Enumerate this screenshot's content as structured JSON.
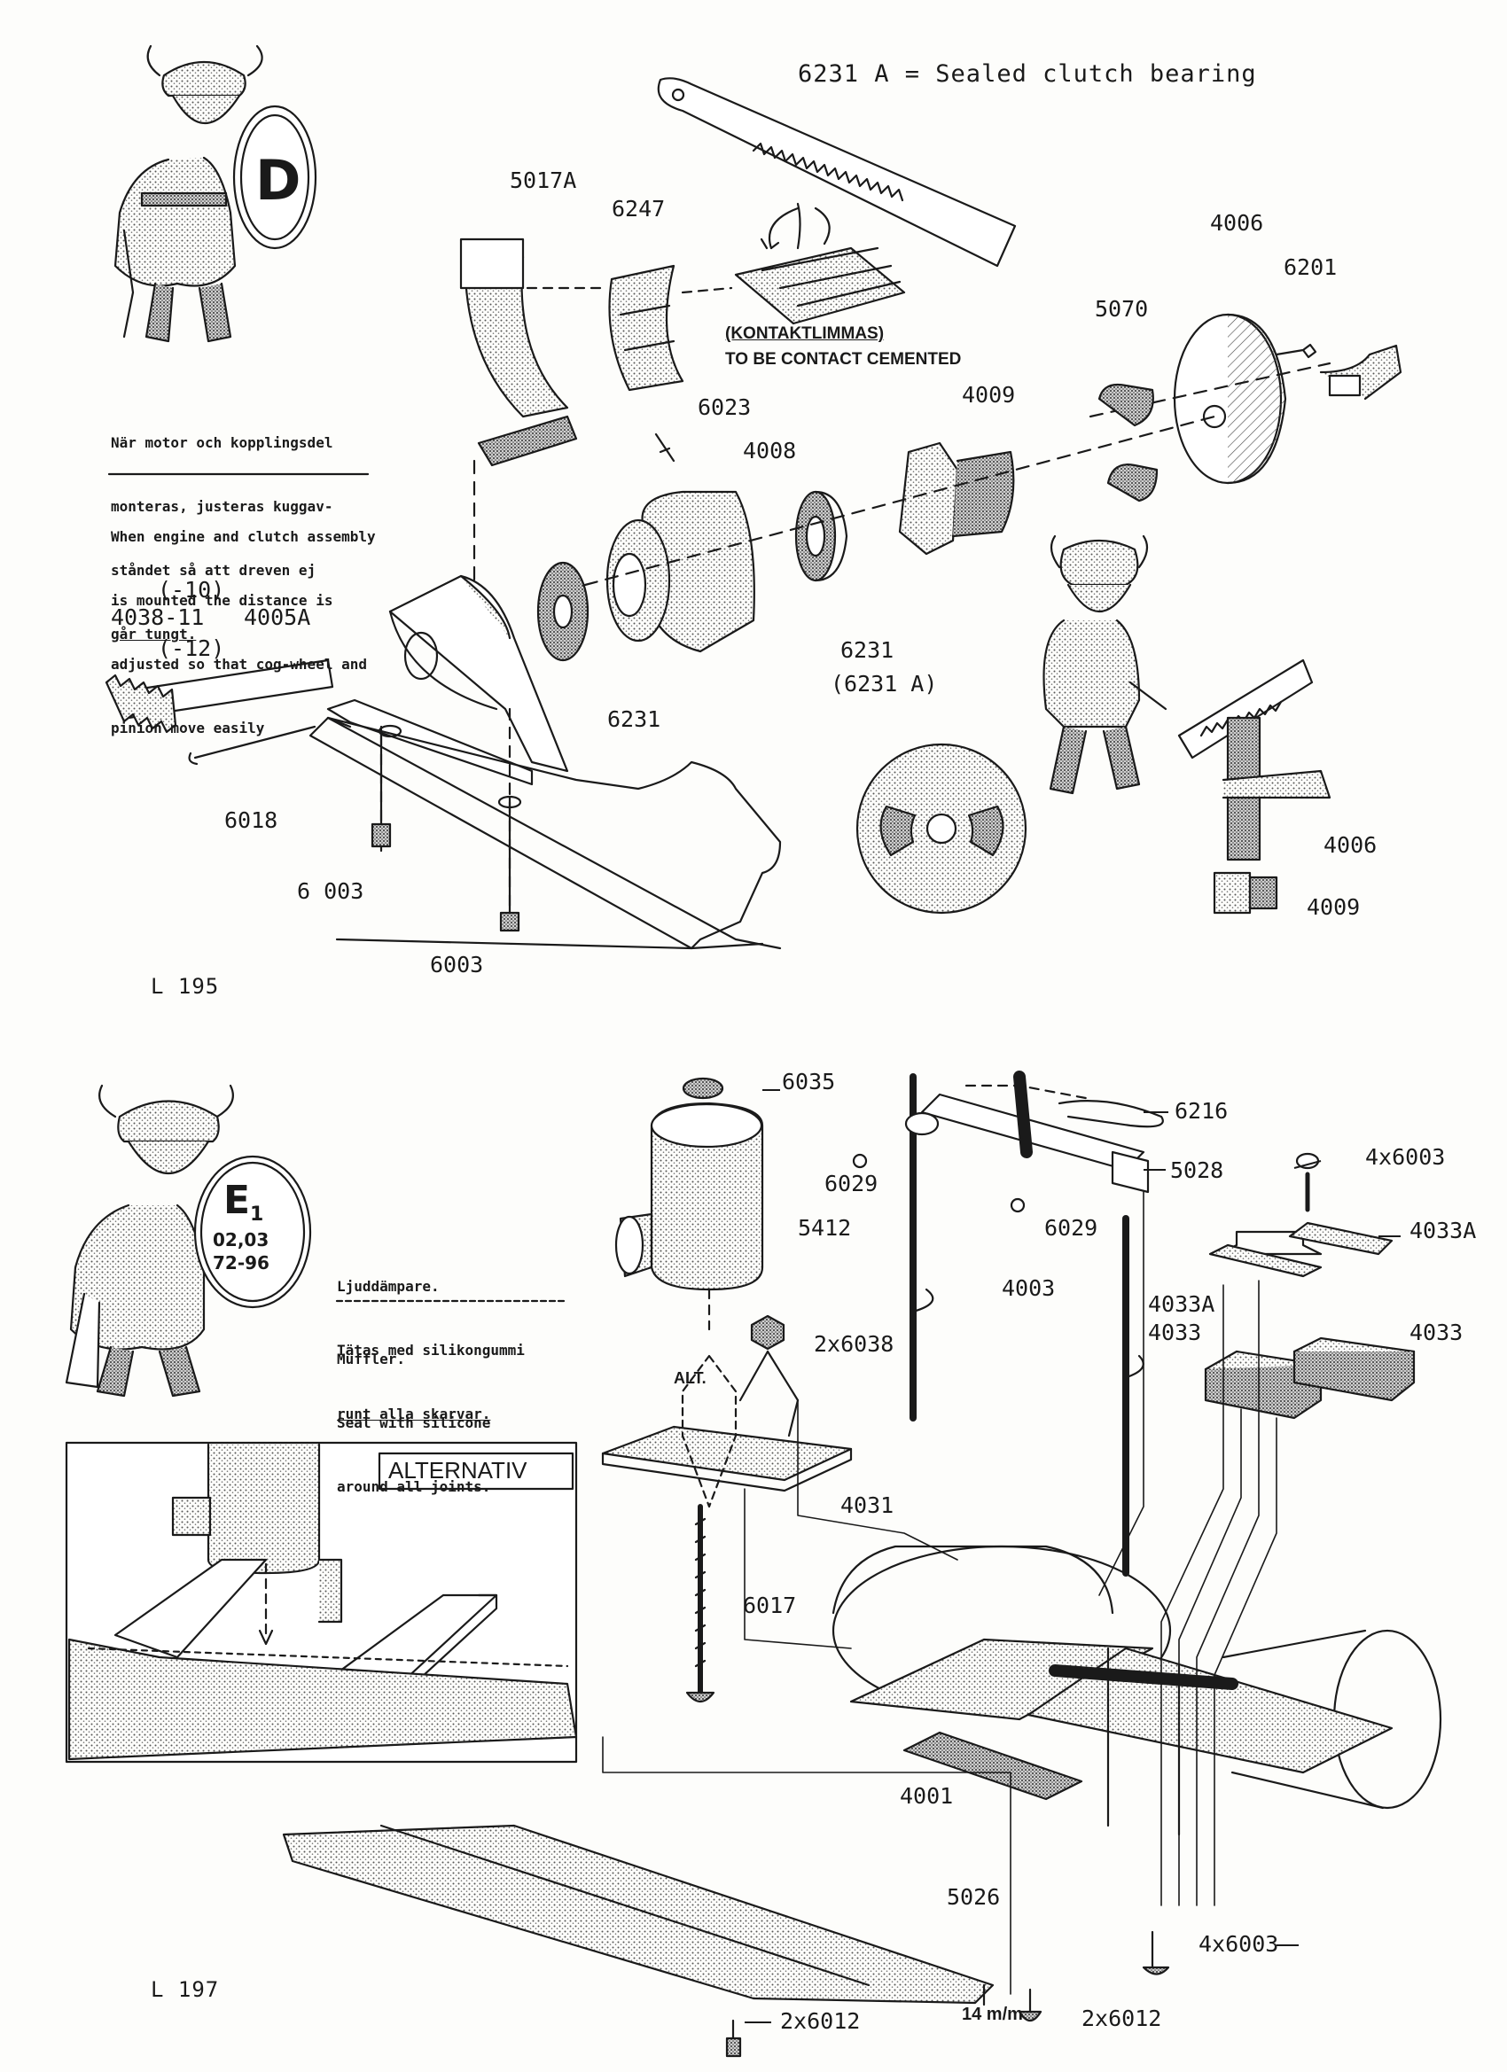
{
  "header_note": "6231 A = Sealed clutch bearing",
  "top": {
    "badge": "D",
    "note_sv": [
      "När motor och kopplingsdel",
      "monteras, justeras kuggav-",
      "ståndet så att dreven ej",
      "går tungt."
    ],
    "note_en": [
      "When engine and clutch assembly",
      "is mounted the distance is",
      "adjusted so that cog-wheel and",
      "pinion move easily"
    ],
    "cement_sv": "(KONTAKTLIMMAS)",
    "cement_en": "TO BE CONTACT CEMENTED",
    "page": "L 195",
    "labels": {
      "p5017A": "5017A",
      "p6247": "6247",
      "p4006": "4006",
      "p6201": "6201",
      "p5070": "5070",
      "p6023": "6023",
      "p4008": "4008",
      "p4009": "4009",
      "p_10": "(-10)",
      "p4038": "4038-11",
      "p4005A": "4005A",
      "p_12": "(-12)",
      "p6231a": "6231",
      "p6231b": "6231",
      "p6231A": "(6231 A)",
      "p6018": "6018",
      "p6003a": "6 003",
      "p6003b": "6003",
      "p4006b": "4006",
      "p4009b": "4009"
    }
  },
  "bottom": {
    "badge_main": "E",
    "badge_sub": "1",
    "badge_l1": "02,03",
    "badge_l2": "72-96",
    "note_sv": [
      "Ljuddämpare.",
      "Tätas med silikongummi",
      "runt alla skarvar."
    ],
    "note_en": [
      "Muffler.",
      "Seal with silicone",
      "around all joints."
    ],
    "alt_title": "ALTERNATIV",
    "alt_small": "ALT.",
    "page": "L 197",
    "dim": "14 m/m",
    "labels": {
      "p6035": "6035",
      "p6216": "6216",
      "p6029a": "6029",
      "p5028": "5028",
      "p4x6003a": "4x6003",
      "p6029b": "6029",
      "p4033Aa": "4033A",
      "p5412": "5412",
      "p4003": "4003",
      "p4033Ab": "4033A",
      "p4033a": "4033",
      "p4033b": "4033",
      "p2x6038": "2x6038",
      "p4031": "4031",
      "p6017": "6017",
      "p4001": "4001",
      "p5026": "5026",
      "p4x6003b": "4x6003",
      "p2x6012a": "2x6012",
      "p2x6012b": "2x6012"
    }
  },
  "colors": {
    "ink": "#1a1a1a",
    "paper": "#fdfdfb",
    "shade": "#8a8a8a"
  }
}
